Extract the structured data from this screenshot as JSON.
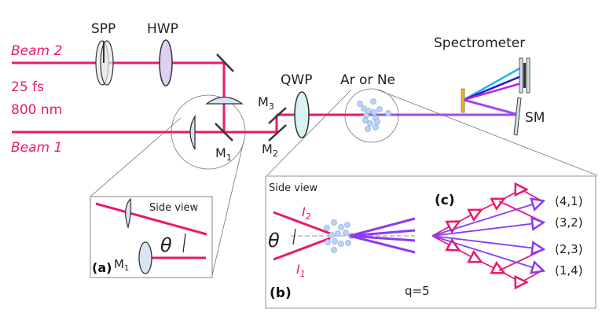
{
  "colors": {
    "beam": "#e8196e",
    "harmonic": "#9a4df0",
    "harmonic_blue": "#6a33e6",
    "lens_fill": "#d8e4f4",
    "hwp_fill": "#ddd0f0",
    "qwp_fill": "#d8f4f2",
    "atom_fill": "#bcd3f3",
    "grating": "#e8b820",
    "spec_cyan": "#1ab8e8",
    "spec_blue": "#1a1ad0",
    "spec_magenta": "#c020e0"
  },
  "beams": {
    "beam2": "Beam 2",
    "beam1": "Beam 1",
    "pulse_duration": "25 fs",
    "wavelength": "800 nm"
  },
  "components": {
    "spp": "SPP",
    "hwp": "HWP",
    "qwp": "QWP",
    "gas": "Ar or Ne",
    "spectrometer": "Spectrometer",
    "sm": "SM",
    "m1": "M",
    "m1_sub": "1",
    "m2": "M",
    "m2_sub": "2",
    "m3": "M",
    "m3_sub": "3"
  },
  "inset_a": {
    "label": "(a)",
    "title": "Side view",
    "mirror": "M",
    "mirror_sub": "1",
    "angle": "θ"
  },
  "inset_b": {
    "label": "(b)",
    "title": "Side view",
    "angle": "θ",
    "i2": "I",
    "i2_sub": "2",
    "i1": "I",
    "i1_sub": "1",
    "q_label": "q=5"
  },
  "inset_c": {
    "label": "(c)",
    "channels": [
      "(4,1)",
      "(3,2)",
      "(2,3)",
      "(1,4)"
    ]
  }
}
